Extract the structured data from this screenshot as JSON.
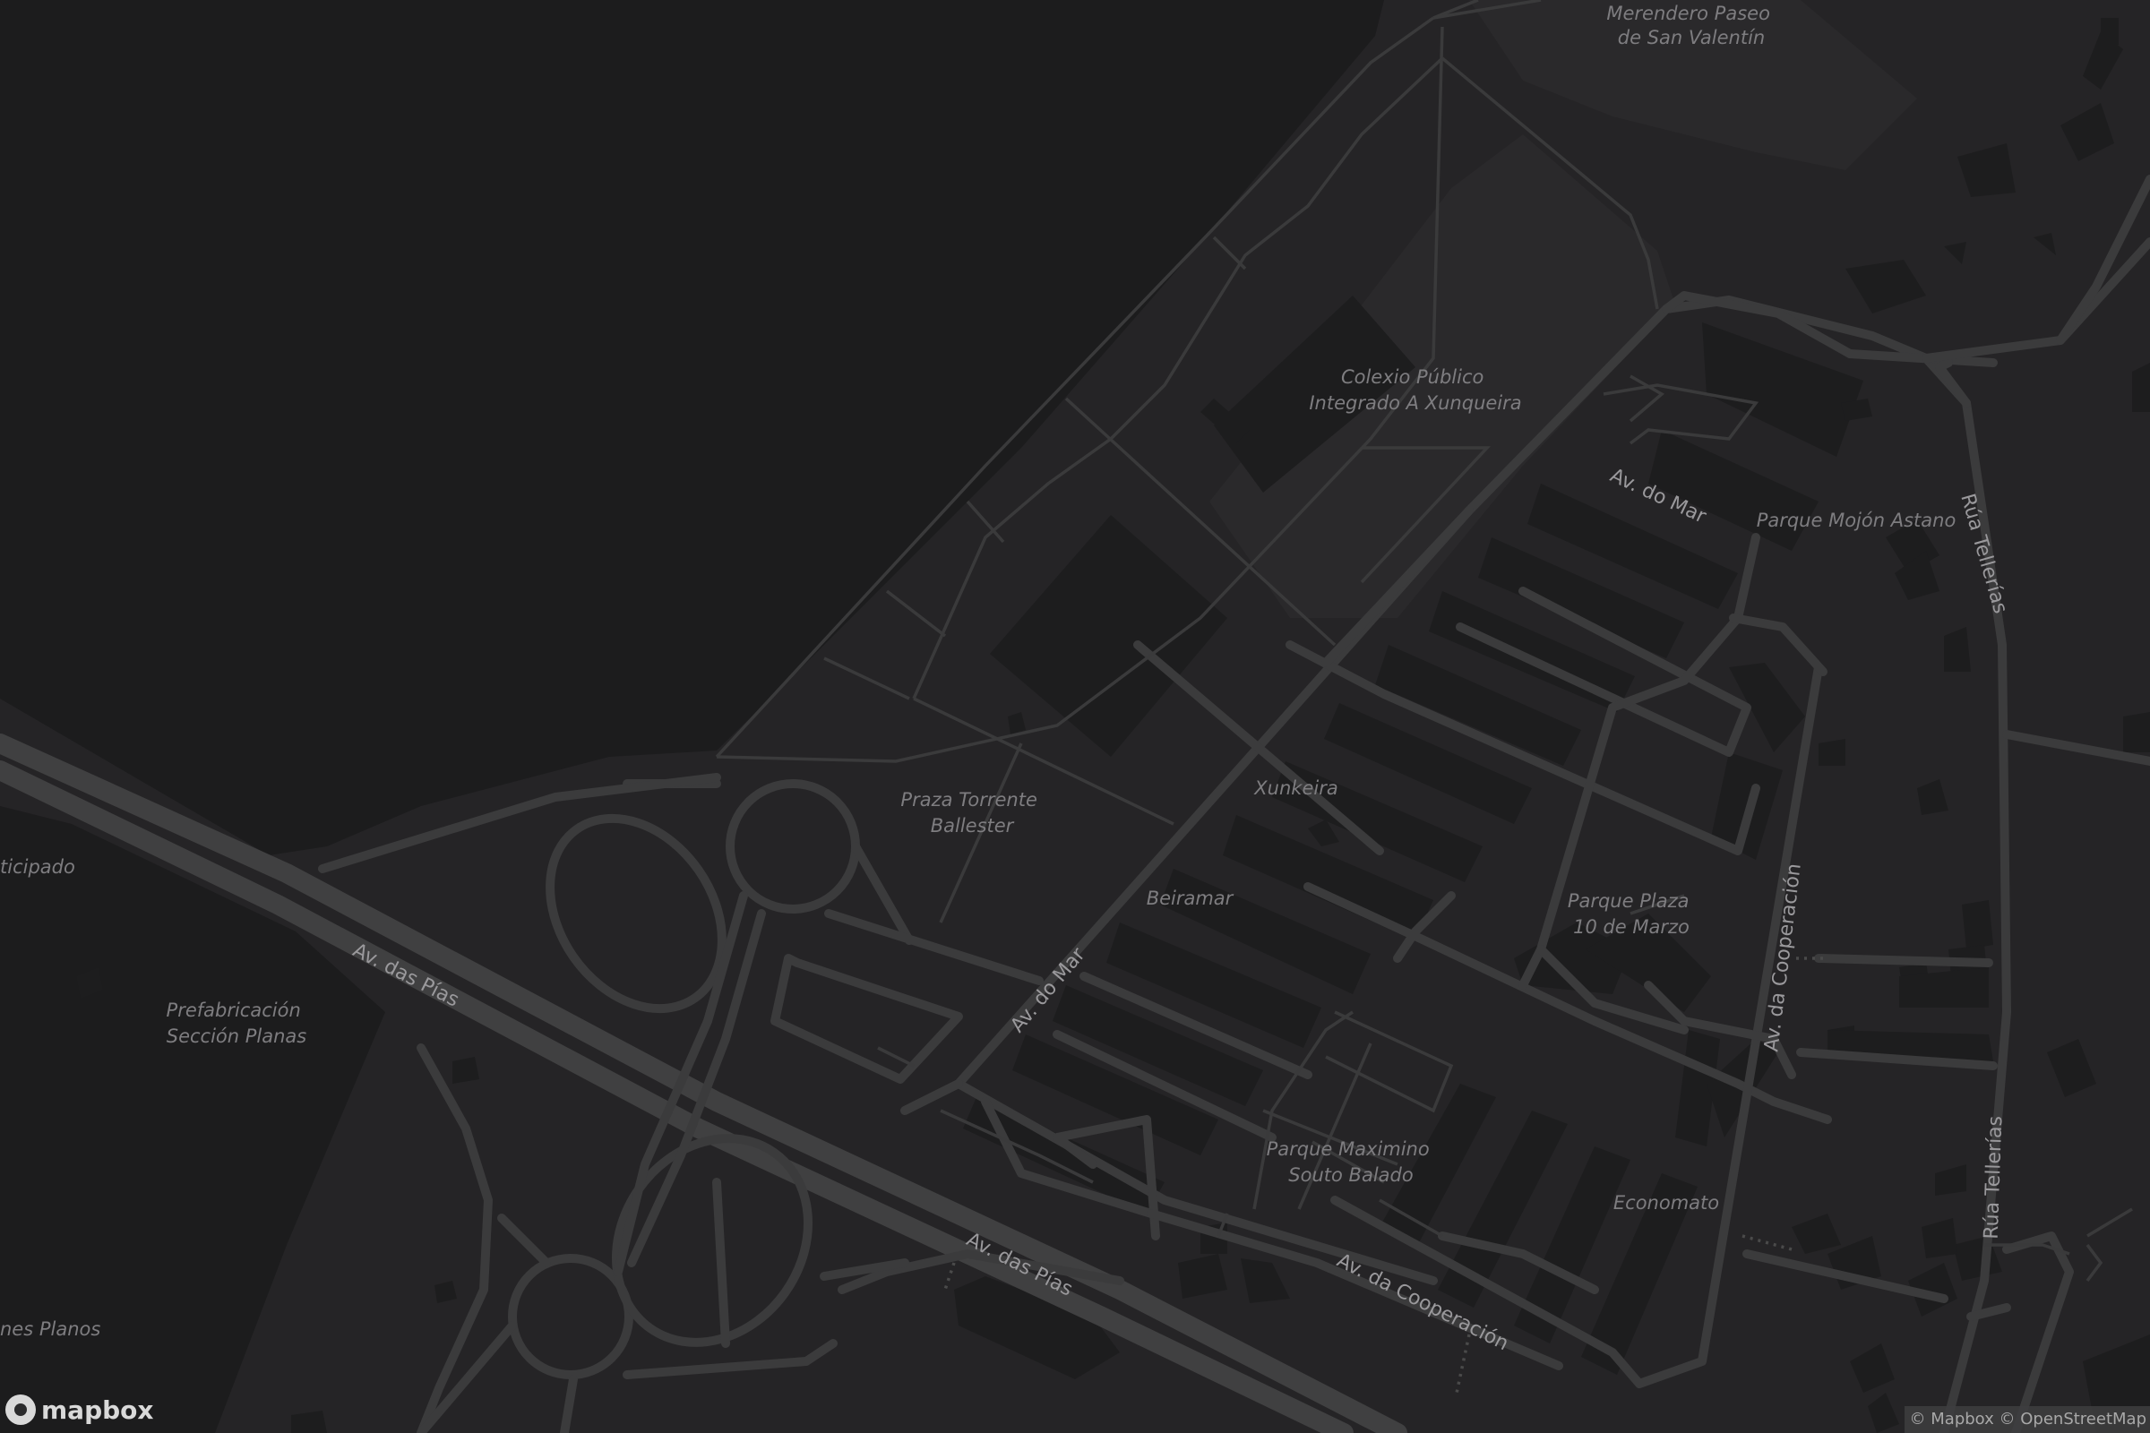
{
  "map": {
    "labels": {
      "merendero": [
        "Merendero Paseo",
        "de San Valentín"
      ],
      "colexio": [
        "Colexio Público",
        "Integrado A Xunqueira"
      ],
      "parque_mojon": "Parque Mojón Astano",
      "praza_torrente": [
        "Praza Torrente",
        "Ballester"
      ],
      "xunkeira": "Xunkeira",
      "beiramar": "Beiramar",
      "parque_plaza": [
        "Parque Plaza",
        "10 de Marzo"
      ],
      "prefabricacion": [
        "Prefabricación",
        "Sección Planas"
      ],
      "ticipado": "ticipado",
      "planos": "nes Planos",
      "parque_maximino": [
        "Parque Maximino",
        "Souto Balado"
      ],
      "economato": "Economato"
    },
    "roads": {
      "av_do_mar_upper": "Av. do Mar",
      "av_do_mar_lower": "Av. do Mar",
      "av_das_pias_left": "Av. das Pías",
      "av_das_pias_right": "Av. das Pías",
      "av_da_cooperacion_vertical": "Av. da Cooperación",
      "av_da_cooperacion_lower": "Av. da Cooperación",
      "rua_tellerias_upper": "Rúa Tellerías",
      "rua_tellerias_lower": "Rúa Tellerías"
    },
    "colors": {
      "background": "#252426",
      "water": "#1c1c1d",
      "road": "#3b3b3c",
      "building": "#1d1d1e",
      "label": "#7e7d80"
    }
  },
  "attribution": {
    "mapbox": "© Mapbox",
    "osm": "© OpenStreetMap"
  },
  "logo": {
    "icon": "mapbox-logo-icon",
    "text": "mapbox"
  }
}
